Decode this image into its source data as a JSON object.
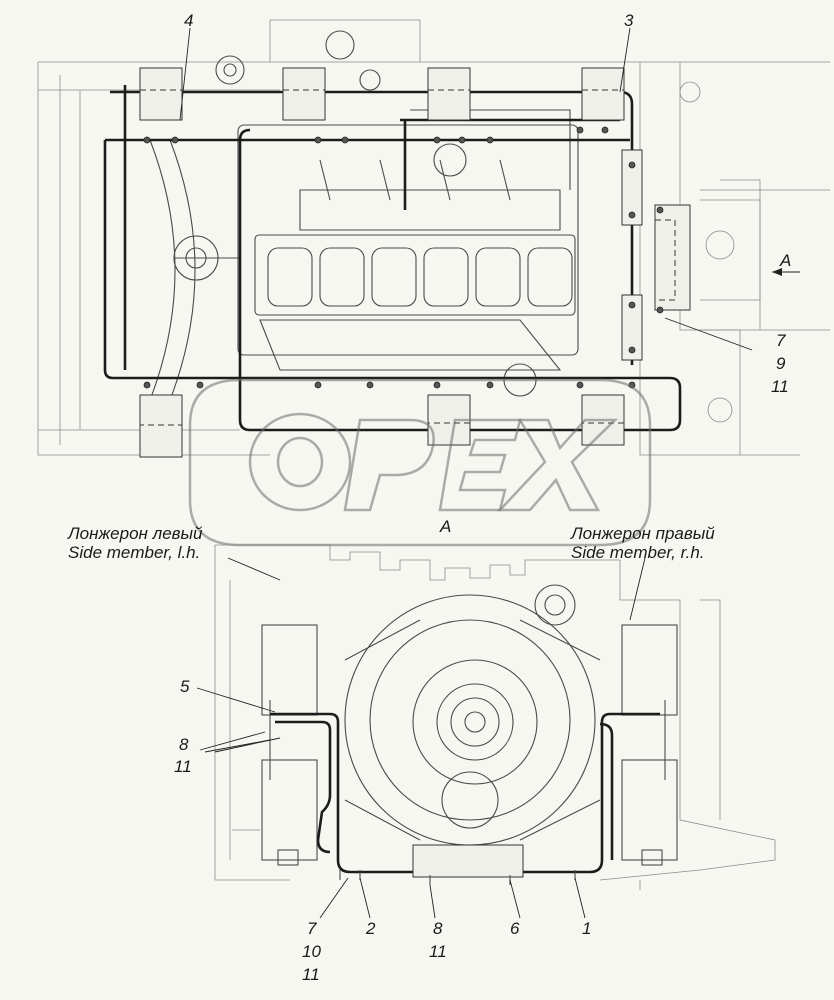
{
  "drawing": {
    "view_label": "A",
    "arrow_label": "A",
    "callouts": {
      "c4": "4",
      "c3": "3",
      "c7_top": "7",
      "c9_top": "9",
      "c11_top": "11",
      "c5": "5",
      "c8_left": "8",
      "c11_left": "11",
      "c7_bottom": "7",
      "c10_bottom": "10",
      "c11_bottom": "11",
      "c2": "2",
      "c8_bottom": "8",
      "c11_bottom2": "11",
      "c6": "6",
      "c1": "1"
    },
    "notes": {
      "left_ru": "Лонжерон левый",
      "left_en": "Side member, l.h.",
      "right_ru": "Лонжерон правый",
      "right_en": "Side member, r.h."
    },
    "watermark": "OPEX"
  }
}
